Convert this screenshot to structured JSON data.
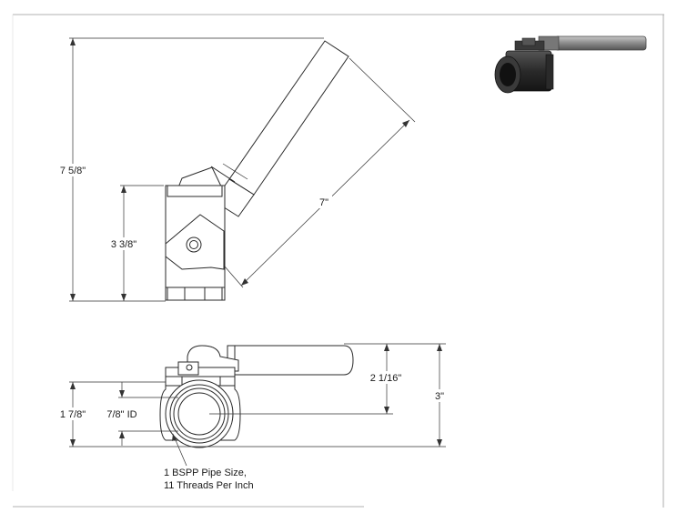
{
  "dimensions": {
    "overall_height": "7 5/8\"",
    "body_height": "3 3/8\"",
    "handle_length": "7\"",
    "center_to_handle_top": "2 1/16\"",
    "total_height_front": "3\"",
    "body_height_front": "1 7/8\"",
    "bore_id": "7/8\" ID"
  },
  "notes": {
    "pipe_size_line1": "1 BSPP Pipe Size,",
    "pipe_size_line2": "11 Threads Per Inch"
  },
  "colors": {
    "line": "#2a2a2a",
    "dimension": "#333333",
    "render_body": "#2c2c2c",
    "render_handle": "#8a8a8a"
  }
}
